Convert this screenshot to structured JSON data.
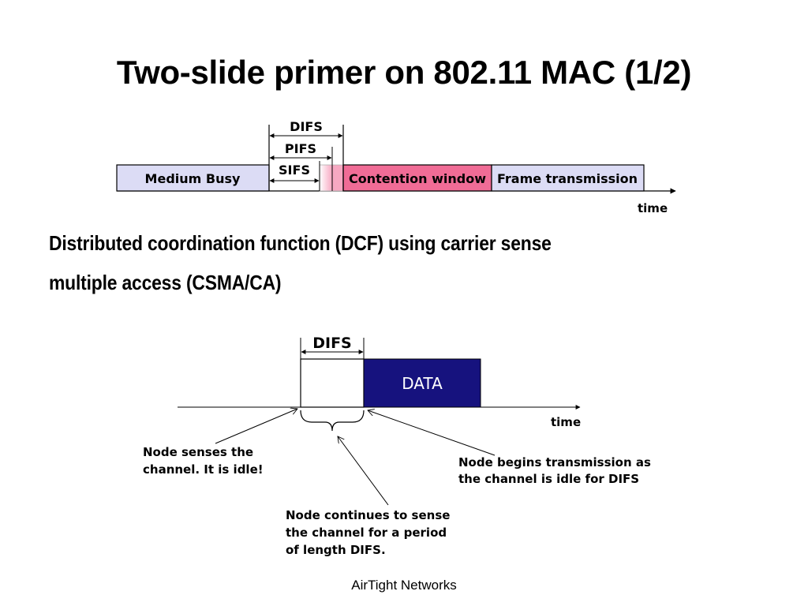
{
  "slide": {
    "title": "Two-slide primer on 802.11 MAC (1/2)",
    "body_lines": [
      "Distributed coordination function (DCF) using carrier sense",
      "multiple access (CSMA/CA)"
    ],
    "footer": "AirTight Networks"
  },
  "diagram_top": {
    "segments": {
      "medium_busy": "Medium Busy",
      "contention_window": "Contention window",
      "frame_transmission": "Frame transmission"
    },
    "intervals": {
      "difs": "DIFS",
      "pifs": "PIFS",
      "sifs": "SIFS"
    },
    "axis_label": "time",
    "colors": {
      "busy_fill": "#dcdcf5",
      "contention_fill": "#f06c96",
      "frame_fill": "#dcdcf5",
      "gradient_light": "#fbd0de"
    }
  },
  "diagram_bottom": {
    "interval_label": "DIFS",
    "data_label": "DATA",
    "axis_label": "time",
    "colors": {
      "data_fill": "#16127e"
    },
    "annotations": {
      "node_senses": [
        "Node senses the",
        "channel. It is idle!"
      ],
      "node_continues": [
        "Node continues to sense",
        "the channel for a period",
        "of length DIFS."
      ],
      "node_begins": [
        "Node begins transmission as",
        "the channel is idle for DIFS"
      ]
    }
  }
}
